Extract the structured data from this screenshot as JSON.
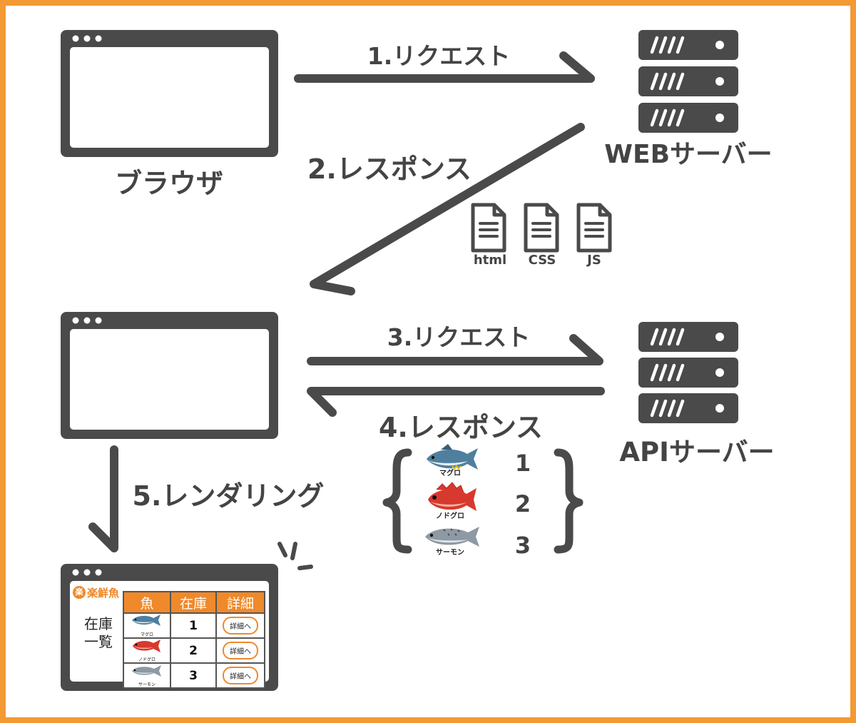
{
  "colors": {
    "frame": "#f39a34",
    "dark": "#4a4a4a",
    "accent": "#f0892a"
  },
  "labels": {
    "step1": "1.リクエスト",
    "step2": "2.レスポンス",
    "step3": "3.リクエスト",
    "step4": "4.レスポンス",
    "step5": "5.レンダリング",
    "browser": "ブラウザ",
    "web_server": "WEBサーバー",
    "api_server": "APIサーバー"
  },
  "files": [
    "html",
    "CSS",
    "JS"
  ],
  "api_response": [
    {
      "name": "マグロ",
      "stock": "1"
    },
    {
      "name": "ノドグロ",
      "stock": "2"
    },
    {
      "name": "サーモン",
      "stock": "3"
    }
  ],
  "app": {
    "logo": "楽鮮魚",
    "logo_glyph": "楽",
    "side_title_1": "在庫",
    "side_title_2": "一覧",
    "headers": [
      "魚",
      "在庫",
      "詳細"
    ],
    "rows": [
      {
        "fish": "マグロ",
        "stock": "1",
        "detail": "詳細へ"
      },
      {
        "fish": "ノドグロ",
        "stock": "2",
        "detail": "詳細へ"
      },
      {
        "fish": "サーモン",
        "stock": "3",
        "detail": "詳細へ"
      }
    ]
  }
}
